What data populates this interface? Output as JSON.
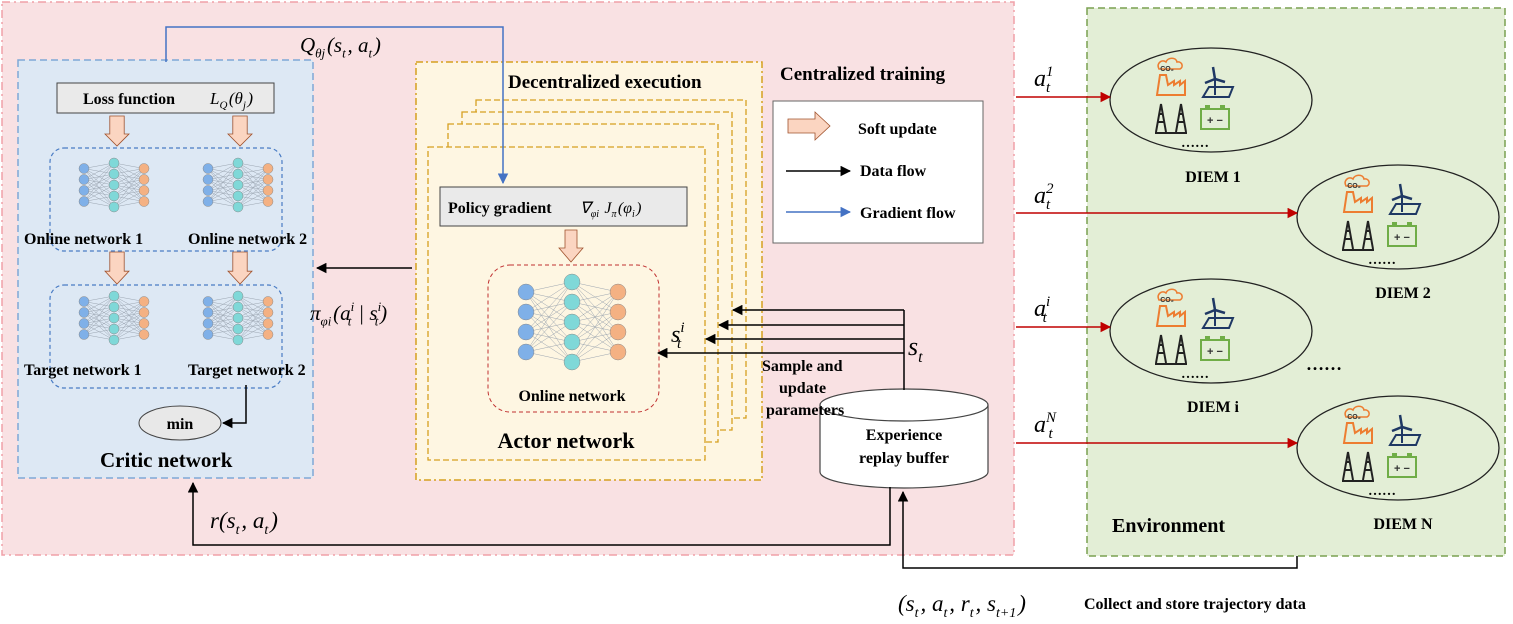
{
  "regions": {
    "centralized_training": "Centralized training",
    "decentralized_execution": "Decentralized execution",
    "environment": "Environment"
  },
  "critic": {
    "title": "Critic network",
    "loss_function_label": "Loss function",
    "loss_function_math": "L_Q(θ_j)",
    "online_network_1": "Online network 1",
    "online_network_2": "Online network 2",
    "target_network_1": "Target network 1",
    "target_network_2": "Target network 2",
    "min_label": "min"
  },
  "actor": {
    "title": "Actor network",
    "policy_gradient_label": "Policy gradient",
    "policy_gradient_math": "∇_φi J_π(φ_i)",
    "online_network": "Online network"
  },
  "buffer": {
    "label_line1": "Experience",
    "label_line2": "replay buffer",
    "sample_line1": "Sample and",
    "sample_line2": "update",
    "sample_line3": "parameters"
  },
  "legend": {
    "soft_update": "Soft update",
    "data_flow": "Data flow",
    "gradient_flow": "Gradient flow"
  },
  "math_labels": {
    "q_value": "Q_θj(s_t, a_t)",
    "policy": "π_φi(a_t^i | s_t^i)",
    "reward": "r(s_t, a_t)",
    "state": "s_t",
    "agent_state": "s_t^i",
    "trajectory": "(s_t, a_t, r_t, s_t+1)"
  },
  "trajectory_caption": "Collect and store trajectory data",
  "actions": [
    "a_t^1",
    "a_t^2",
    "a_t^i",
    "a_t^N"
  ],
  "diems": [
    {
      "label": "DIEM 1",
      "co2": "CO₂",
      "dots": "……"
    },
    {
      "label": "DIEM 2",
      "co2": "CO₂",
      "dots": "……"
    },
    {
      "label": "DIEM i",
      "co2": "CO₂",
      "dots": "……"
    },
    {
      "label": "DIEM N",
      "co2": "CO₂",
      "dots": "……"
    }
  ],
  "between_diems_ellipsis": "……",
  "battery_symbol": "+ −",
  "colors": {
    "training_bg": "#f9e1e3",
    "critic_bg": "#dde8f4",
    "actor_bg": "#fef6e2",
    "environment_bg": "#e3eed6",
    "arrow_red": "#c00000",
    "gradient_blue": "#4472c4",
    "soft_update_fill": "#fbd5c1",
    "node_blue": "#7fb0e8",
    "node_teal": "#7fd8d8",
    "node_orange": "#f4b183",
    "factory_orange": "#ed7d31",
    "wind_navy": "#1f3864",
    "battery_green": "#70ad47"
  }
}
